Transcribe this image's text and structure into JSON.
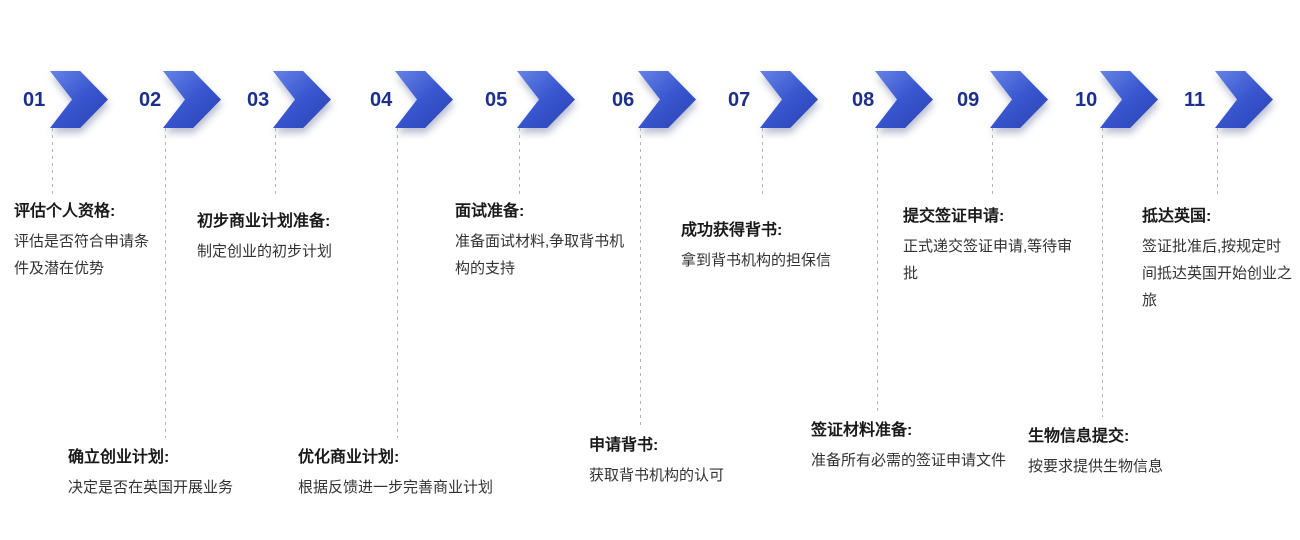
{
  "diagram": {
    "type": "horizontal-process-timeline",
    "step_count": 11,
    "colors": {
      "chevron_gradient_light": "#6583e6",
      "chevron_gradient_mid": "#3a57d0",
      "chevron_gradient_dark": "#2940b2",
      "step_number": "#1d2f8c",
      "title_text": "#1a1a1a",
      "desc_text": "#333333",
      "connector_line": "#b5b5b5",
      "background": "#ffffff"
    }
  },
  "steps": [
    {
      "number": "01",
      "title": "评估个人资格:",
      "desc": "评估是否符合申请条件及潜在优势"
    },
    {
      "number": "02",
      "title": "确立创业计划:",
      "desc": "决定是否在英国开展业务"
    },
    {
      "number": "03",
      "title": "初步商业计划准备:",
      "desc": "制定创业的初步计划"
    },
    {
      "number": "04",
      "title": "优化商业计划:",
      "desc": "根据反馈进一步完善商业计划"
    },
    {
      "number": "05",
      "title": "面试准备:",
      "desc": "准备面试材料,争取背书机构的支持"
    },
    {
      "number": "06",
      "title": "申请背书:",
      "desc": "获取背书机构的认可"
    },
    {
      "number": "07",
      "title": "成功获得背书:",
      "desc": "拿到背书机构的担保信"
    },
    {
      "number": "08",
      "title": "签证材料准备:",
      "desc": "准备所有必需的签证申请文件"
    },
    {
      "number": "09",
      "title": "提交签证申请:",
      "desc": "正式递交签证申请,等待审批"
    },
    {
      "number": "10",
      "title": "生物信息提交:",
      "desc": "按要求提供生物信息"
    },
    {
      "number": "11",
      "title": "抵达英国:",
      "desc": "签证批准后,按规定时间抵达英国开始创业之旅"
    }
  ]
}
